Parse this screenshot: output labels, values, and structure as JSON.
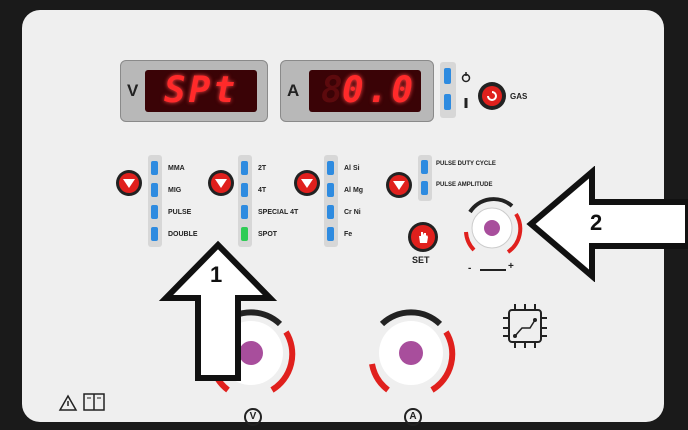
{
  "displays": {
    "voltage": {
      "label": "V",
      "value": "SPt"
    },
    "ampere": {
      "label": "A",
      "value": "0.0",
      "ghost": "8"
    }
  },
  "gas": {
    "label": "GAS"
  },
  "groups": {
    "mode": [
      "MMA",
      "MIG",
      "PULSE",
      "DOUBLE"
    ],
    "trigger": [
      "2T",
      "4T",
      "SPECIAL 4T",
      "SPOT"
    ],
    "material": [
      "Al Si",
      "Al Mg",
      "Cr Ni",
      "Fe"
    ],
    "pulse": [
      "PULSE DUTY CYCLE",
      "PULSE AMPLITUDE"
    ]
  },
  "active_trigger": "SPOT",
  "set": {
    "label": "SET"
  },
  "encoder": {
    "minus": "-",
    "plus": "+"
  },
  "knobs": {
    "v_label": "V",
    "a_label": "A"
  },
  "arrows": {
    "one": "1",
    "two": "2"
  },
  "colors": {
    "accent": "#e0201d",
    "led": "#2e8be0",
    "led_active": "#2fcc55",
    "display_text": "#ff2a2a"
  }
}
